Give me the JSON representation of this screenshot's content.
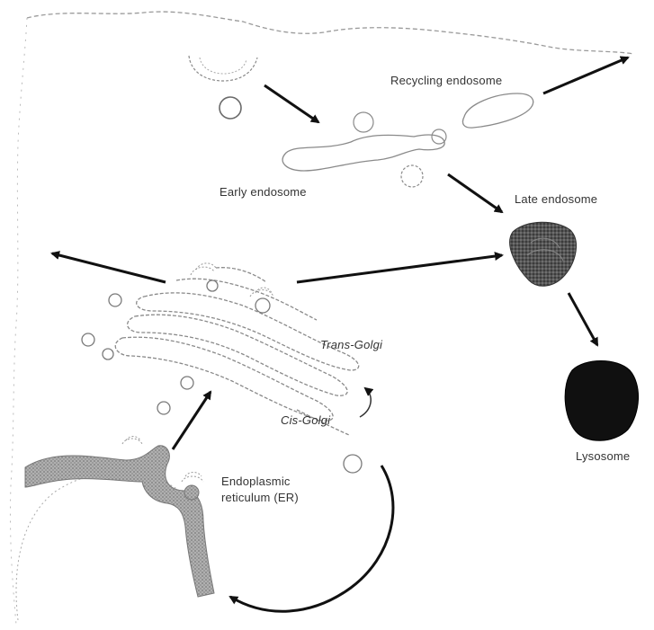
{
  "labels": {
    "recycling_endosome": "Recycling endosome",
    "early_endosome": "Early endosome",
    "late_endosome": "Late endosome",
    "trans_golgi": "Trans-Golgi",
    "cis_golgi": "Cis-Golgi",
    "er_line1": "Endoplasmic",
    "er_line2": "reticulum (ER)",
    "lysosome": "Lysosome"
  },
  "colors": {
    "arrow": "#111111",
    "outline": "#8a8a8a",
    "er_fill": "#9a9a9a",
    "late_endosome_fill": "#4a4a4a",
    "lysosome_fill": "#111111",
    "background": "#ffffff"
  }
}
